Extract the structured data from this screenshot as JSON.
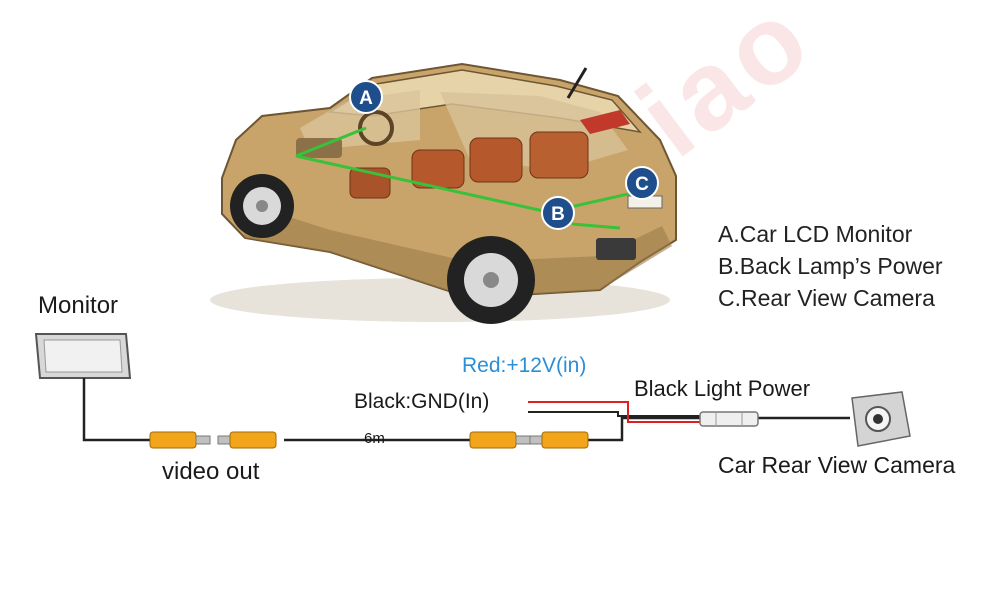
{
  "watermark": "xiao",
  "markers": {
    "a": "A",
    "b": "B",
    "c": "C"
  },
  "legend": {
    "a": "A.Car LCD Monitor",
    "b": "B.Back Lamp’s Power",
    "c": "C.Rear View Camera"
  },
  "labels": {
    "monitor": "Monitor",
    "video_out": "video out",
    "cable_length": "6m",
    "black_gnd": "Black:GND(In)",
    "red_power": "Red:+12V(in)",
    "black_light_power": "Black Light Power",
    "camera": "Car Rear View Camera"
  },
  "colors": {
    "red_wire": "#e02020",
    "red_label": "#2b8fd6",
    "marker": "#1f4e8c",
    "connector": "#f2a51a",
    "wire": "#222222",
    "route": "#39c13a"
  }
}
